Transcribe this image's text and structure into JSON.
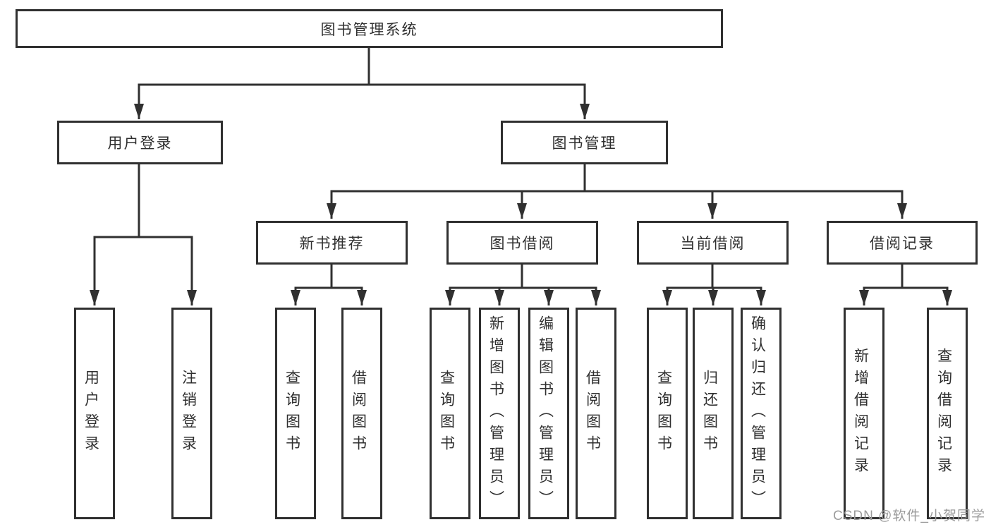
{
  "diagram": {
    "root": {
      "label": "图书管理系统"
    },
    "level2": {
      "user_login": {
        "label": "用户登录"
      },
      "book_mgmt": {
        "label": "图书管理"
      }
    },
    "level3": {
      "new_book_rec": {
        "label": "新书推荐"
      },
      "book_borrow": {
        "label": "图书借阅"
      },
      "current_borrow": {
        "label": "当前借阅"
      },
      "borrow_record": {
        "label": "借阅记录"
      }
    },
    "leaves": {
      "user_login": {
        "label": "用户登录"
      },
      "logout": {
        "label": "注销登录"
      },
      "query_book_rec": {
        "label": "查询图书"
      },
      "borrow_book_rec": {
        "label": "借阅图书"
      },
      "query_book_borrow": {
        "label": "查询图书"
      },
      "add_book_admin": {
        "label": "新增图书（管理员）"
      },
      "edit_book_admin": {
        "label": "编辑图书（管理员）"
      },
      "borrow_book_borrow": {
        "label": "借阅图书"
      },
      "query_book_current": {
        "label": "查询图书"
      },
      "return_book": {
        "label": "归还图书"
      },
      "confirm_return_admin": {
        "label": "确认归还（管理员）"
      },
      "add_borrow_record": {
        "label": "新增借阅记录"
      },
      "query_borrow_record": {
        "label": "查询借阅记录"
      }
    }
  },
  "watermark": {
    "label": "CSDN @软件_小贺同学"
  },
  "colors": {
    "line": "#303030",
    "text": "#2f2f2f",
    "watermark": "#9c9c9c",
    "background": "#ffffff"
  }
}
